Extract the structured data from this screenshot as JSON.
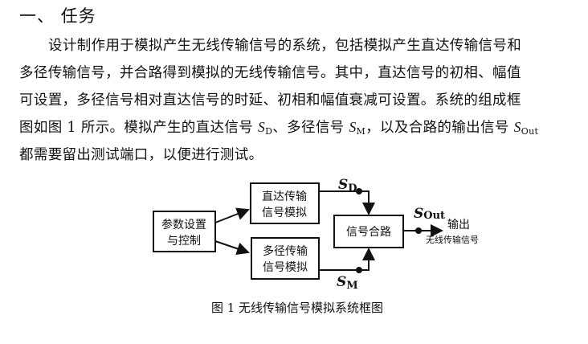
{
  "heading": "一、 任务",
  "paragraph": {
    "line1": "设计制作用于模拟产生无线传输信号的系统，包括模拟产生直达传输信号和",
    "line2": "多径传输信号，并合路得到模拟的无线传输信号。其中，直达信号的初相、幅值",
    "line3": "可设置，多径信号相对直达信号的时延、初相和幅值衰减可设置。系统的组成框",
    "line4_a": "图如图 1 所示。模拟产生的直达信号 ",
    "sd_s": "S",
    "sd_sub": "D",
    "line4_b": "、多径信号 ",
    "sm_s": "S",
    "sm_sub": "M",
    "line4_c": "，以及合路的输出信号 ",
    "sout_s": "S",
    "sout_sub": "Out",
    "line5": "都需要留出测试端口，以便进行测试。"
  },
  "diagram": {
    "control_box": [
      "参数设置",
      "与控制"
    ],
    "direct_box": [
      "直达传输",
      "信号模拟"
    ],
    "multipath_box": [
      "多径传输",
      "信号模拟"
    ],
    "combiner_box": "信号合路",
    "sd_label": {
      "s": "S",
      "sub": "D"
    },
    "sm_label": {
      "s": "S",
      "sub": "M"
    },
    "sout_label": {
      "s": "S",
      "sub": "Out"
    },
    "output_label": "输出",
    "output_desc": "无线传输信号"
  },
  "caption": "图 1  无线传输信号模拟系统框图"
}
